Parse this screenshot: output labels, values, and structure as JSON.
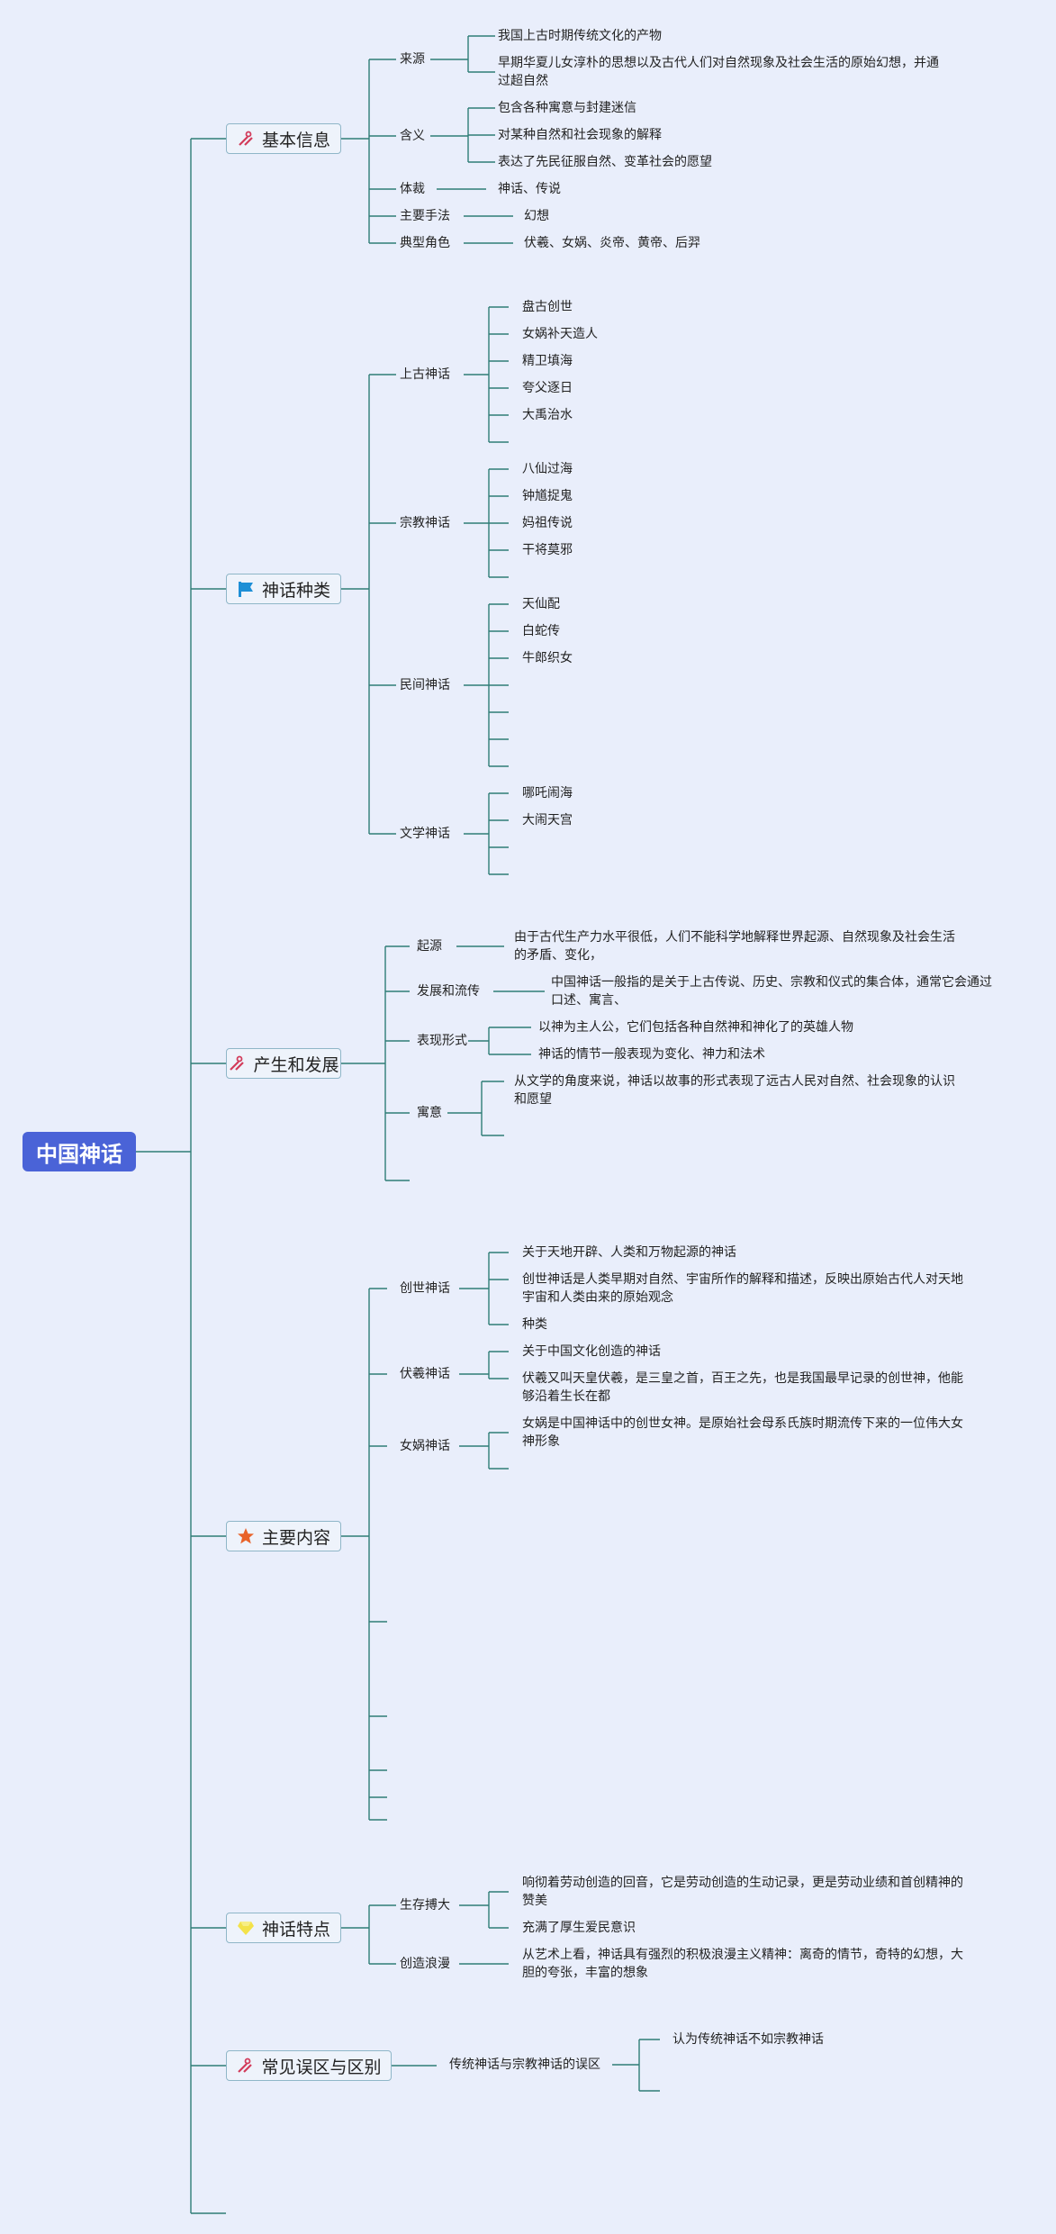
{
  "root": "中国神话",
  "branches": [
    {
      "title": "基本信息",
      "icon": "tools-icon",
      "groups": [
        {
          "label": "来源",
          "items": [
            "我国上古时期传统文化的产物",
            "早期华夏儿女淳朴的思想以及古代人们对自然现象及社会生活的原始幻想，并通过超自然"
          ]
        },
        {
          "label": "含义",
          "items": [
            "包含各种寓意与封建迷信",
            "对某种自然和社会现象的解释",
            "表达了先民征服自然、变革社会的愿望"
          ]
        },
        {
          "label": "体裁",
          "items": [
            "神话、传说"
          ]
        },
        {
          "label": "主要手法",
          "items": [
            "幻想"
          ]
        },
        {
          "label": "典型角色",
          "items": [
            "伏羲、女娲、炎帝、黄帝、后羿"
          ]
        }
      ]
    },
    {
      "title": "神话种类",
      "icon": "flag-icon",
      "groups": [
        {
          "label": "上古神话",
          "items": [
            "盘古创世",
            "女娲补天造人",
            "精卫填海",
            "夸父逐日",
            "大禹治水",
            ""
          ]
        },
        {
          "label": "宗教神话",
          "items": [
            "八仙过海",
            "钟馗捉鬼",
            "妈祖传说",
            "干将莫邪",
            ""
          ]
        },
        {
          "label": "民间神话",
          "items": [
            "天仙配",
            "白蛇传",
            "牛郎织女",
            "",
            "",
            "",
            ""
          ]
        },
        {
          "label": "文学神话",
          "items": [
            "哪吒闹海",
            "大闹天宫",
            "",
            ""
          ]
        }
      ]
    },
    {
      "title": "产生和发展",
      "icon": "tools-icon",
      "groups": [
        {
          "label": "起源",
          "items": [
            "由于古代生产力水平很低，人们不能科学地解释世界起源、自然现象及社会生活的矛盾、变化，"
          ]
        },
        {
          "label": "发展和流传",
          "items": [
            "中国神话一般指的是关于上古传说、历史、宗教和仪式的集合体，通常它会通过口述、寓言、"
          ]
        },
        {
          "label": "表现形式",
          "items": [
            "以神为主人公，它们包括各种自然神和神化了的英雄人物",
            "神话的情节一般表现为变化、神力和法术"
          ]
        },
        {
          "label": "寓意",
          "items": [
            "从文学的角度来说，神话以故事的形式表现了远古人民对自然、社会现象的认识和愿望",
            ""
          ]
        },
        {
          "label": "",
          "items": []
        }
      ]
    },
    {
      "title": "主要内容",
      "icon": "star-icon",
      "groups": [
        {
          "label": "创世神话",
          "items": [
            "关于天地开辟、人类和万物起源的神话",
            "创世神话是人类早期对自然、宇宙所作的解释和描述，反映出原始古代人对天地宇宙和人类由来的原始观念",
            "种类"
          ]
        },
        {
          "label": "伏羲神话",
          "items": [
            "关于中国文化创造的神话",
            "伏羲又叫天皇伏羲，是三皇之首，百王之先，也是我国最早记录的创世神，他能够沿着生长在都"
          ]
        },
        {
          "label": "女娲神话",
          "items": [
            "女娲是中国神话中的创世女神。是原始社会母系氏族时期流传下来的一位伟大女神形象",
            ""
          ]
        }
      ]
    },
    {
      "title": "神话特点",
      "icon": "gem-icon",
      "groups": [
        {
          "label": "生存搏大",
          "items": [
            "响彻着劳动创造的回音，它是劳动创造的生动记录，更是劳动业绩和首创精神的赞美",
            "充满了厚生爱民意识"
          ]
        },
        {
          "label": "创造浪漫",
          "items": [
            "从艺术上看，神话具有强烈的积极浪漫主义精神：离奇的情节，奇特的幻想，大胆的夸张，丰富的想象"
          ]
        }
      ]
    },
    {
      "title": "常见误区与区别",
      "icon": "tools-icon",
      "groups": [
        {
          "label": "传统神话与宗教神话的误区",
          "items": [
            "认为传统神话不如宗教神话",
            ""
          ]
        }
      ]
    }
  ],
  "colors": {
    "background": "#e9eefb",
    "root": "#4a63d7",
    "line": "#2f7d76",
    "node_border": "#8fb6c8"
  }
}
